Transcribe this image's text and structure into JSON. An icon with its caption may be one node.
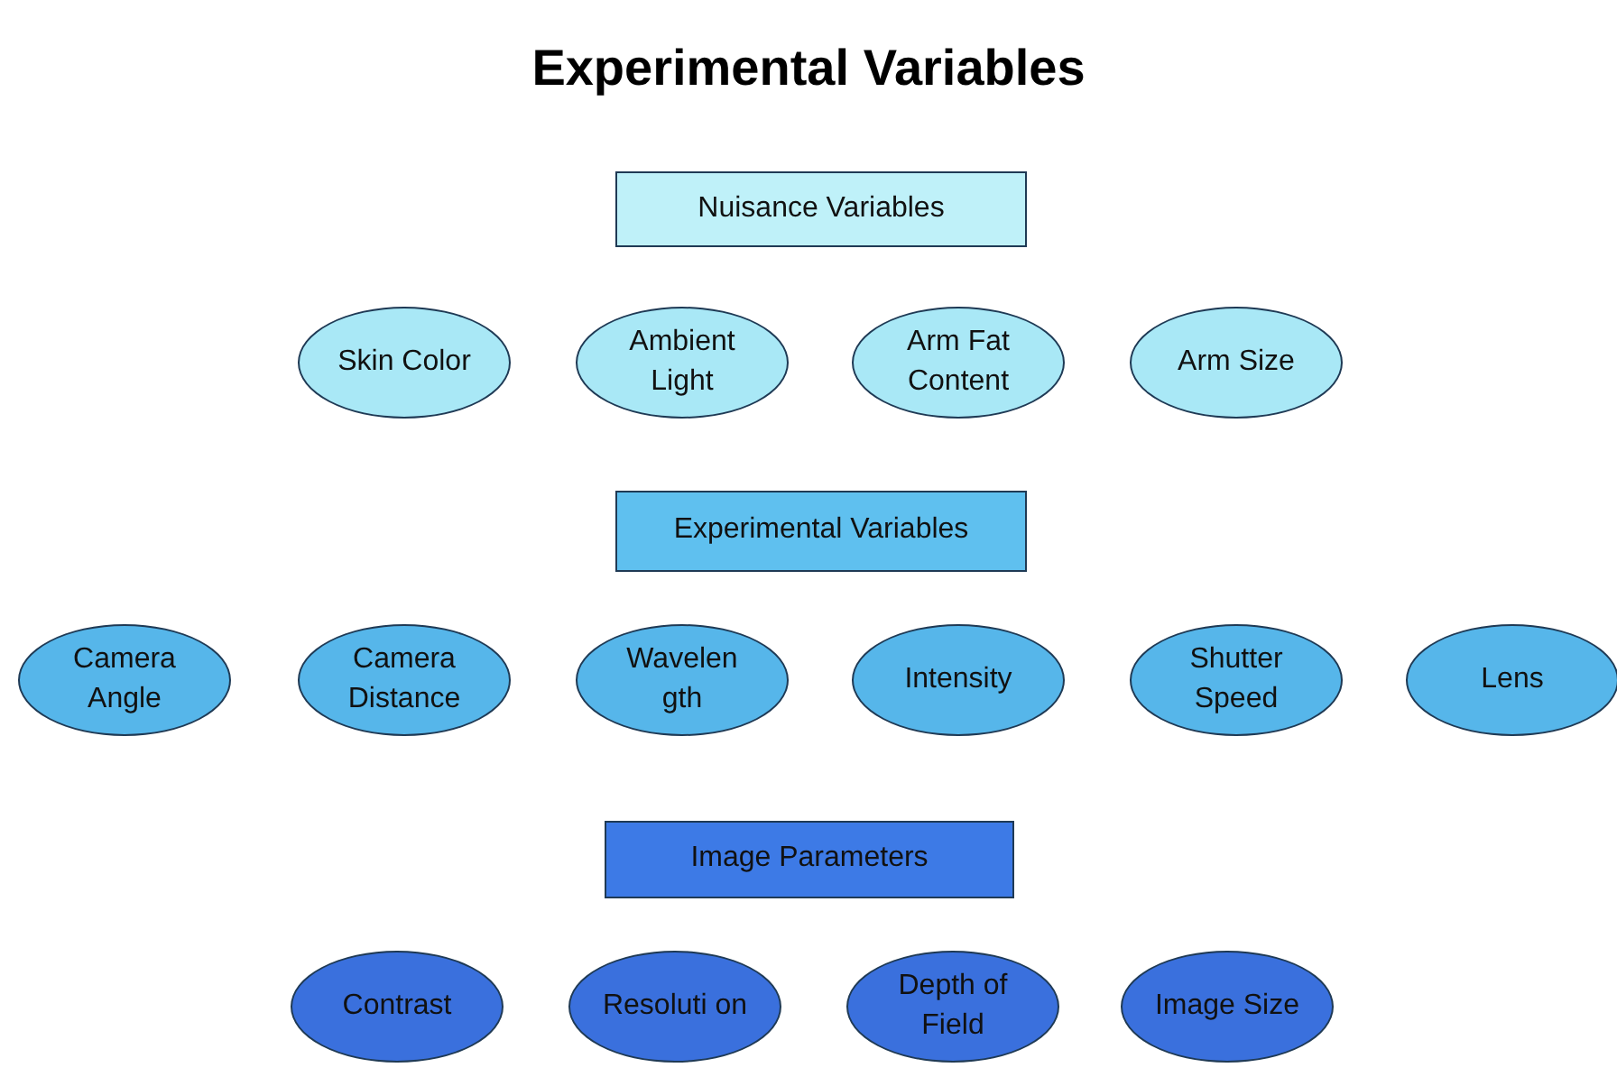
{
  "diagram": {
    "title": "Experimental Variables",
    "nodes": [
      {
        "text": [
          "Nuisance Variables"
        ]
      },
      {
        "text": [
          "Skin Color"
        ]
      },
      {
        "text": [
          "Ambient Light"
        ]
      },
      {
        "text": [
          "Arm Fat Content"
        ]
      },
      {
        "text": [
          "Arm Size"
        ]
      },
      {
        "text": [
          "Experimental Variables"
        ]
      },
      {
        "text": [
          "Camera Angle"
        ]
      },
      {
        "text": [
          "Camera Distance"
        ]
      },
      {
        "text": [
          "Wavelen gth"
        ]
      },
      {
        "text": [
          "Intensity"
        ]
      },
      {
        "text": [
          "Shutter Speed"
        ]
      },
      {
        "text": [
          "Lens"
        ]
      },
      {
        "text": [
          "Image Parameters"
        ]
      },
      {
        "text": [
          "Contrast"
        ]
      },
      {
        "text": [
          "Resoluti on"
        ]
      },
      {
        "text": [
          "Depth of Field"
        ]
      },
      {
        "text": [
          "Image Size"
        ]
      }
    ]
  }
}
